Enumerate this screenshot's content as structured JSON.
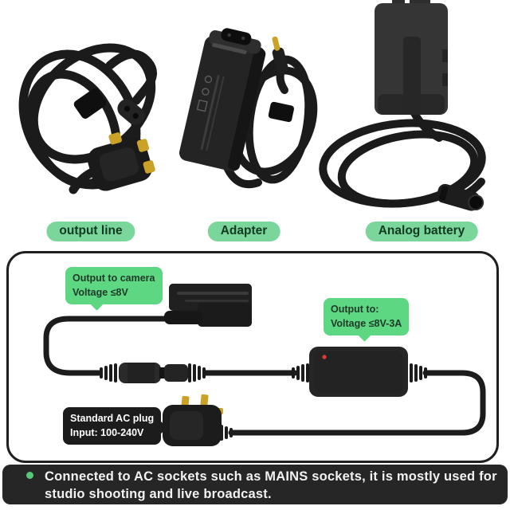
{
  "labels": {
    "output_line": "output line",
    "adapter": "Adapter",
    "analog_battery": "Analog battery"
  },
  "callouts": {
    "camera_output": {
      "line1": "Output to camera",
      "line2": "Voltage ≤8V"
    },
    "adapter_output": {
      "line1": "Output to:",
      "line2": "Voltage ≤8V-3A"
    },
    "ac_plug": {
      "line1": "Standard AC plug",
      "line2": "Input: 100-240V"
    }
  },
  "footer": {
    "line1": "Connected to AC sockets such as MAINS sockets, it is mostly used for",
    "line2": "studio shooting and live broadcast."
  },
  "colors": {
    "label_pill_green": "#7bd69b",
    "callout_green": "#5ed783",
    "callout_dark_bg": "#1c1c1c",
    "footer_bg": "#262626",
    "footer_bullet_green": "#57c878",
    "led_red": "#e23b3b",
    "cable_black": "#1b1b1b",
    "pin_gold": "#c9a227"
  },
  "icons": {
    "power_led": "red-dot-indicator",
    "footer_bullet": "green-dot-bullet"
  }
}
